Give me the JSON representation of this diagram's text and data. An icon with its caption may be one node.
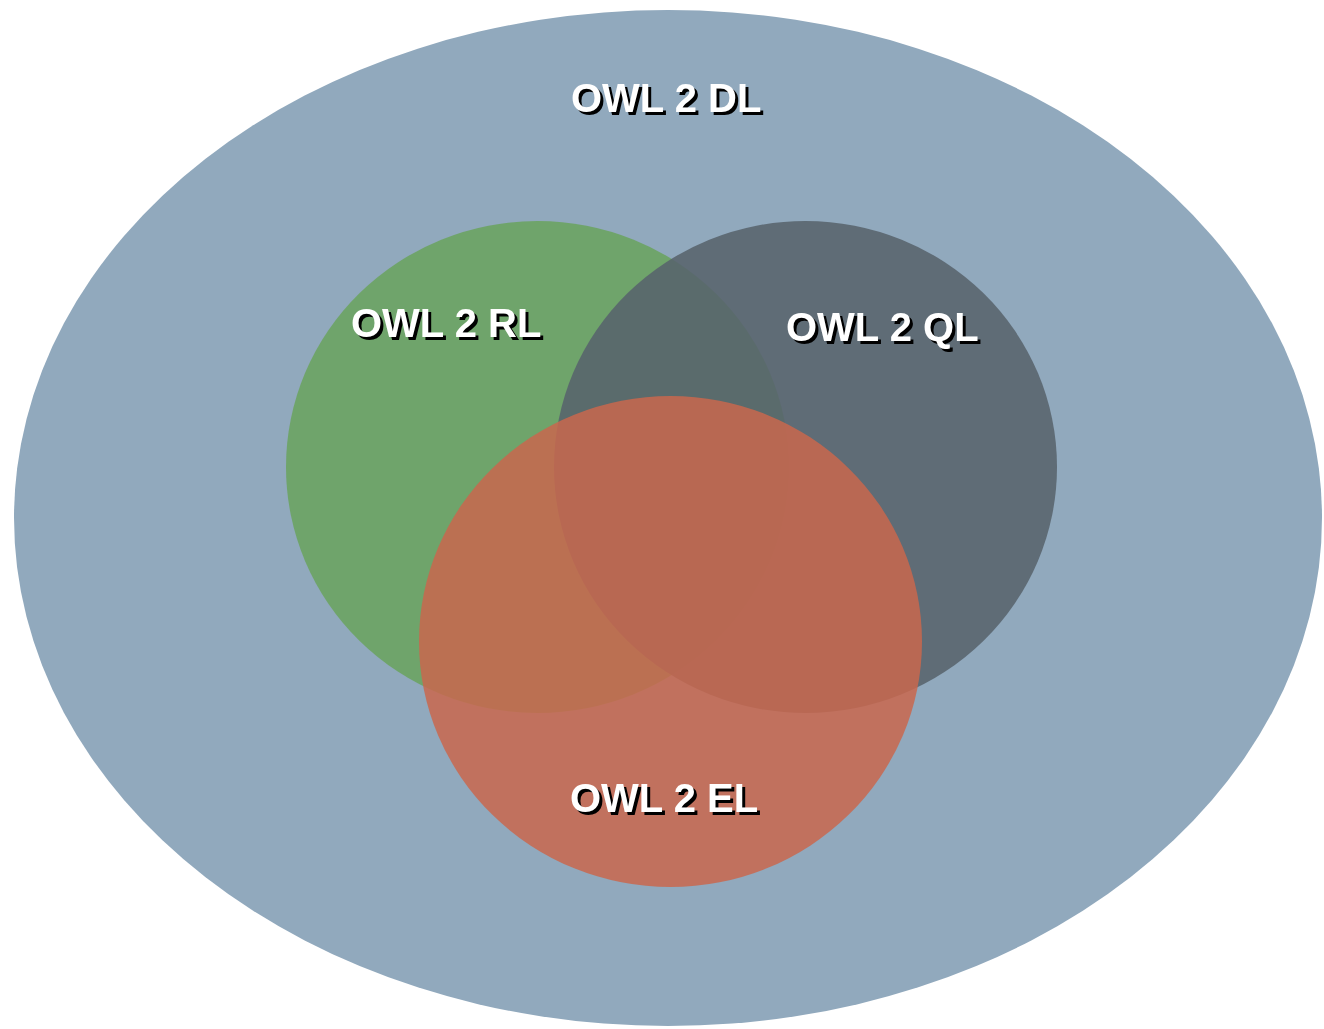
{
  "diagram": {
    "nodes": [
      {
        "text": [
          "OWL 2 DL"
        ]
      },
      {
        "text": [
          "OWL 2 RL"
        ],
        "in": 0
      },
      {
        "text": [
          "OWL 2 QL"
        ],
        "in": 0
      },
      {
        "text": [
          "OWL 2 EL"
        ],
        "in": 0
      }
    ]
  }
}
